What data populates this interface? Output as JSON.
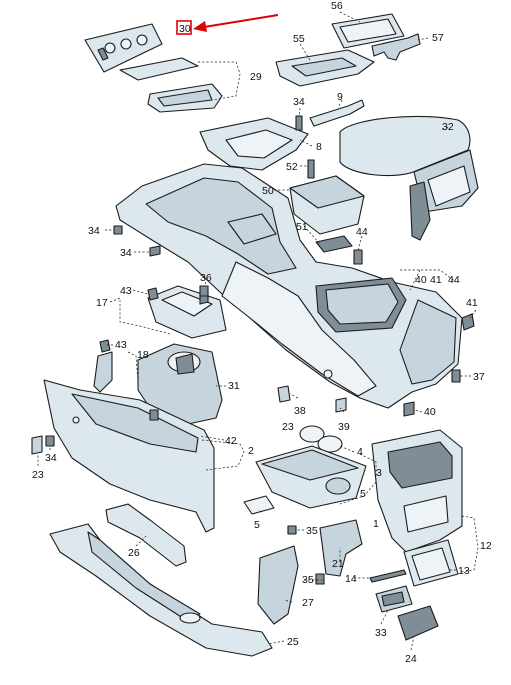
{
  "highlight": {
    "label": "30",
    "color": "#e00000"
  },
  "callouts": [
    "56",
    "57",
    "55",
    "29",
    "34",
    "9",
    "8",
    "32",
    "52",
    "50",
    "34",
    "51",
    "44",
    "34",
    "40",
    "41",
    "44",
    "17",
    "43",
    "36",
    "41",
    "43",
    "18",
    "31",
    "37",
    "38",
    "23",
    "39",
    "40",
    "42",
    "2",
    "34",
    "23",
    "4",
    "3",
    "5",
    "1",
    "26",
    "5",
    "35",
    "21",
    "12",
    "35",
    "14",
    "13",
    "27",
    "33",
    "25",
    "24"
  ],
  "colors": {
    "line": "#1c1c1c",
    "part_fill": "#dde7ee",
    "highlight": "#e00000"
  }
}
